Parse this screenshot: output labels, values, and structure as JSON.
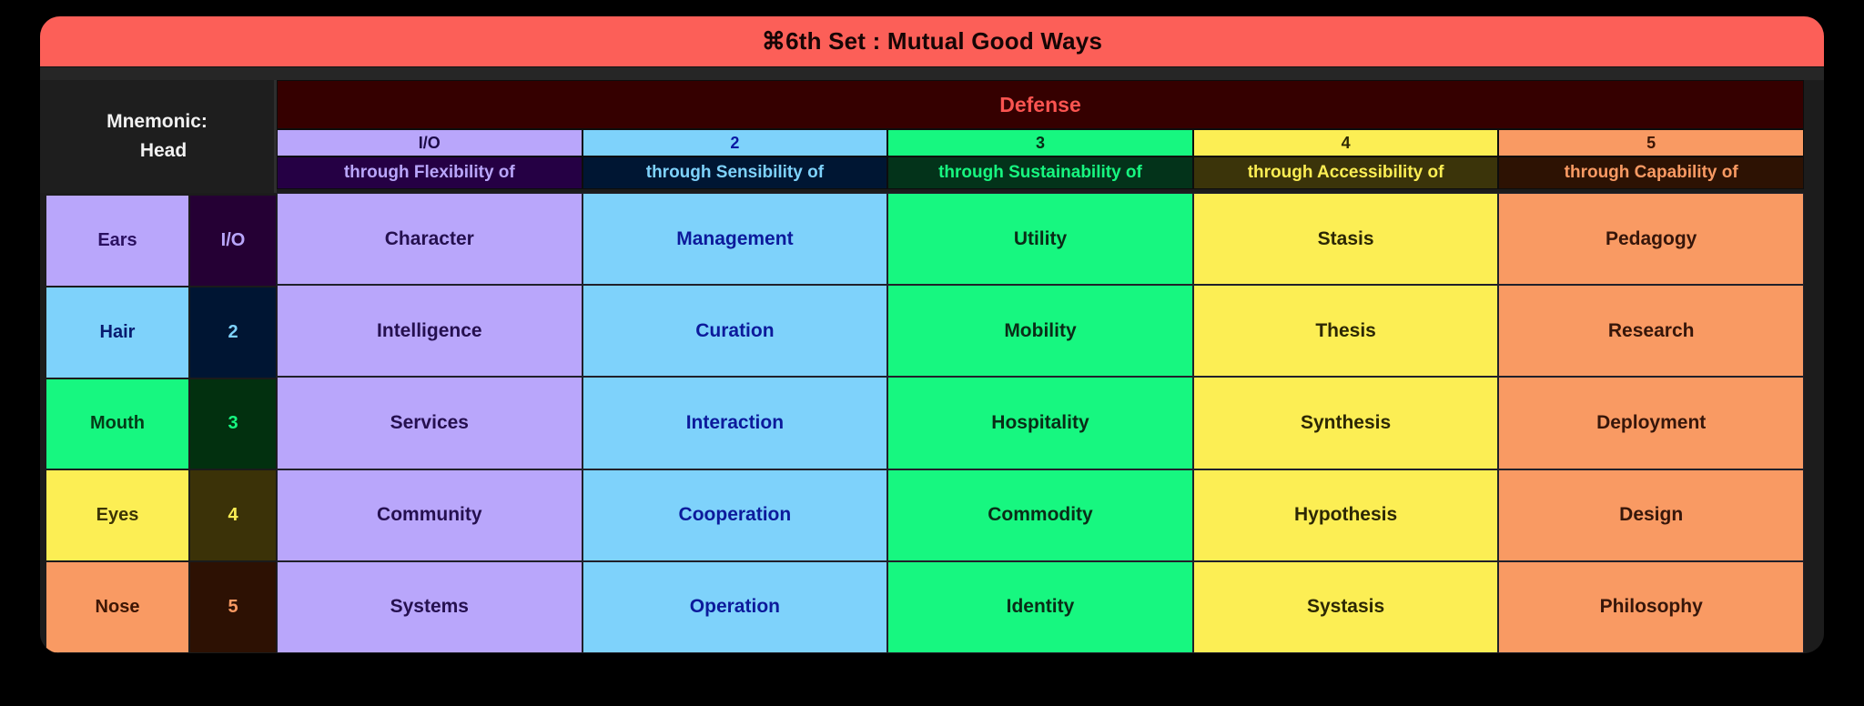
{
  "window": {
    "title": "⌘6th Set : Mutual Good Ways",
    "title_bg": "#fc5f58",
    "title_fg": "#160505",
    "card_bg": "#1c1c1c"
  },
  "mnemonic": {
    "label_line1": "Mnemonic:",
    "label_line2": "Head",
    "rows": [
      {
        "name": "Ears",
        "num": "I/O",
        "name_bg": "#b9a6fb",
        "name_fg": "#2a1060",
        "num_bg": "#250034",
        "num_fg": "#b9a6fb"
      },
      {
        "name": "Hair",
        "num": "2",
        "name_bg": "#7ed2fb",
        "name_fg": "#081a6e",
        "num_bg": "#001533",
        "num_fg": "#7ed2fb"
      },
      {
        "name": "Mouth",
        "num": "3",
        "name_bg": "#17f780",
        "name_fg": "#053a18",
        "num_bg": "#02300f",
        "num_fg": "#17f780"
      },
      {
        "name": "Eyes",
        "num": "4",
        "name_bg": "#fcee54",
        "name_fg": "#3c3405",
        "num_bg": "#3b3208",
        "num_fg": "#fcee54"
      },
      {
        "name": "Nose",
        "num": "5",
        "name_bg": "#f99a63",
        "name_fg": "#3d1604",
        "num_bg": "#2d1103",
        "num_fg": "#f99a63"
      }
    ]
  },
  "defense": {
    "label": "Defense",
    "band_bg": "#350000",
    "band_fg": "#fa5450"
  },
  "columns": [
    {
      "number": "I/O",
      "subtitle": "through Flexibility of",
      "num_bg": "#b9a6fb",
      "num_fg": "#1b0a46",
      "sub_bg": "#250044",
      "sub_fg": "#b9a6fb",
      "cell_bg": "#b9a6fb",
      "cell_fg": "#25104f"
    },
    {
      "number": "2",
      "subtitle": "through Sensibility of",
      "num_bg": "#7ed2fb",
      "num_fg": "#0a18a4",
      "sub_bg": "#001633",
      "sub_fg": "#7ed2fb",
      "cell_bg": "#7ed2fb",
      "cell_fg": "#0c1a9b"
    },
    {
      "number": "3",
      "subtitle": "through Sustainability of",
      "num_bg": "#17f780",
      "num_fg": "#062d16",
      "sub_bg": "#03331a",
      "sub_fg": "#17f780",
      "cell_bg": "#17f780",
      "cell_fg": "#0a2c17"
    },
    {
      "number": "4",
      "subtitle": "through Accessibility of",
      "num_bg": "#fcee54",
      "num_fg": "#2e2903",
      "sub_bg": "#3b340a",
      "sub_fg": "#fcee54",
      "cell_bg": "#fcee54",
      "cell_fg": "#2c2705"
    },
    {
      "number": "5",
      "subtitle": "through Capability of",
      "num_bg": "#f99a63",
      "num_fg": "#3a1504",
      "sub_bg": "#2d1203",
      "sub_fg": "#f99a63",
      "cell_bg": "#f99a63",
      "cell_fg": "#36160a"
    }
  ],
  "grid": [
    [
      "Character",
      "Management",
      "Utility",
      "Stasis",
      "Pedagogy"
    ],
    [
      "Intelligence",
      "Curation",
      "Mobility",
      "Thesis",
      "Research"
    ],
    [
      "Services",
      "Interaction",
      "Hospitality",
      "Synthesis",
      "Deployment"
    ],
    [
      "Community",
      "Cooperation",
      "Commodity",
      "Hypothesis",
      "Design"
    ],
    [
      "Systems",
      "Operation",
      "Identity",
      "Systasis",
      "Philosophy"
    ]
  ]
}
